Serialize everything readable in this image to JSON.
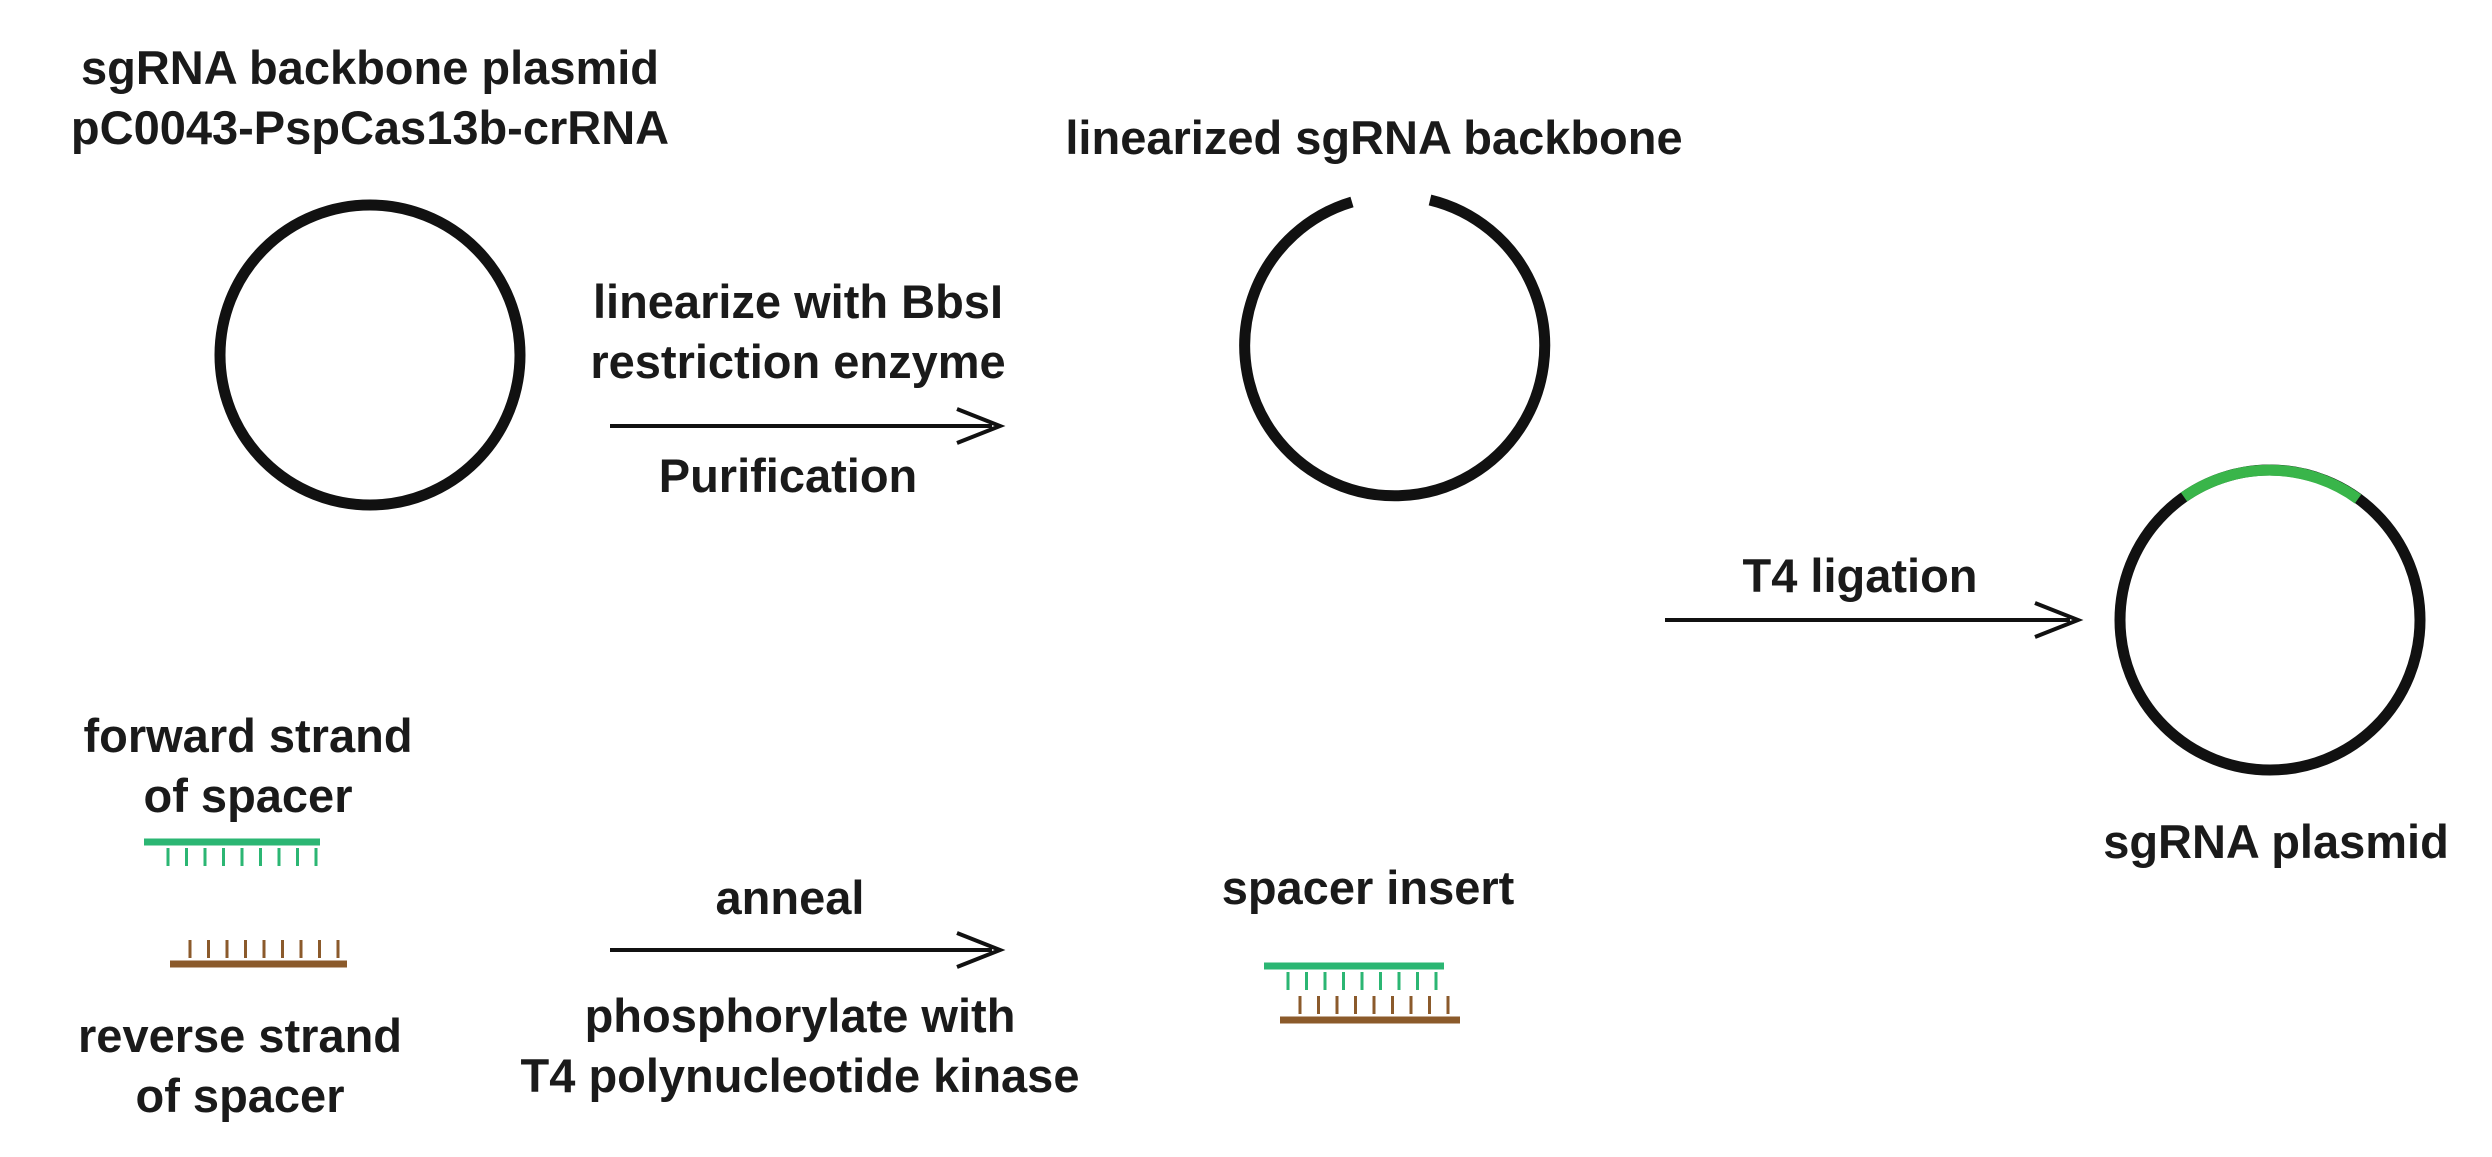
{
  "colors": {
    "stroke": "#111111",
    "forward_strand": "#2bb673",
    "reverse_strand": "#8b5a2b",
    "insert_highlight": "#39b54a",
    "text": "#1a1a1a"
  },
  "labels": {
    "backbone_title_line1": "sgRNA backbone plasmid",
    "backbone_title_line2": "pC0043-PspCas13b-crRNA",
    "linearized_title": "linearized sgRNA backbone",
    "step1_top_line1": "linearize with BbsI",
    "step1_top_line2": "restriction enzyme",
    "step1_bottom": "Purification",
    "ligation": "T4 ligation",
    "final_plasmid": "sgRNA plasmid",
    "forward_line1": "forward strand",
    "forward_line2": "of spacer",
    "reverse_line1": "reverse strand",
    "reverse_line2": "of spacer",
    "anneal": "anneal",
    "phos_line1": "phosphorylate with",
    "phos_line2": "T4 polynucleotide kinase",
    "spacer_insert": "spacer insert"
  },
  "icons": {
    "backbone_plasmid": "circle-icon",
    "linearized_backbone": "open-circle-icon",
    "final_plasmid": "circle-with-insert-icon",
    "arrows": "right-arrow-icon",
    "strands": "comb-strand-icon"
  }
}
